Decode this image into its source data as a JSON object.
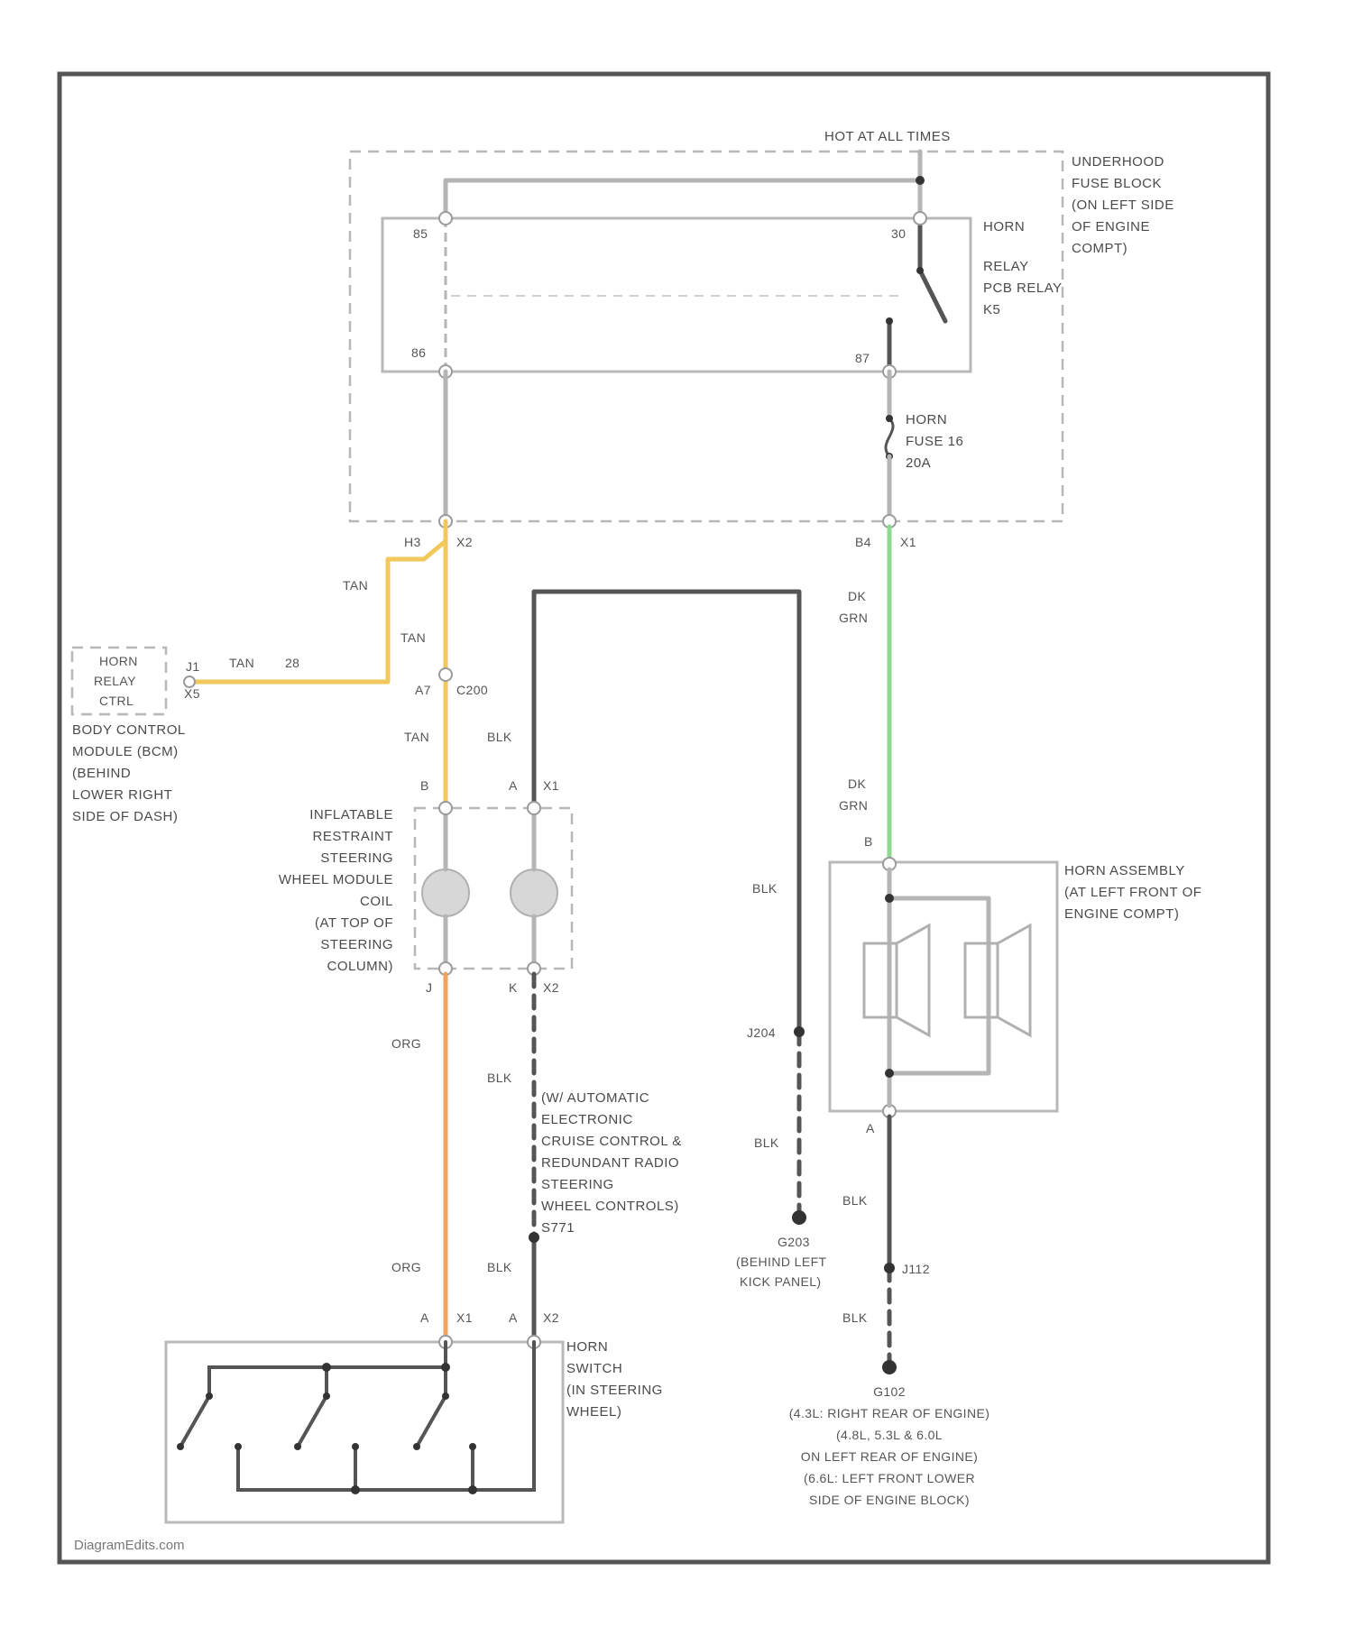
{
  "colors": {
    "frame": "#555555",
    "wire_gray": "#b5b5b5",
    "wire_dark": "#555555",
    "tan": "#f2c75c",
    "orange": "#f0a35a",
    "green": "#8fd88f",
    "component": "#b8b8b8"
  },
  "labels": {
    "hot_at_all_times": "HOT AT ALL TIMES",
    "fuse_block": [
      "UNDERHOOD",
      "FUSE BLOCK",
      "(ON LEFT SIDE",
      "OF ENGINE",
      "COMPT)"
    ],
    "horn_relay": [
      "HORN",
      "RELAY",
      "PCB RELAY",
      "K5"
    ],
    "horn_fuse": [
      "HORN",
      "FUSE 16",
      "20A"
    ],
    "relay_pins": {
      "p1": "85",
      "p2": "30",
      "p3": "86",
      "p4": "87"
    },
    "x2_pin": "H3",
    "x2_conn": "X2",
    "x1_pin": "B4",
    "x1_conn": "X1",
    "tan1": "TAN",
    "tan2": "TAN",
    "tan3": "TAN",
    "tan_circuit": "TAN",
    "tan_circuit_no": "28",
    "c200_pin": "A7",
    "c200": "C200",
    "bcm_box": [
      "HORN",
      "RELAY",
      "CTRL"
    ],
    "bcm_pins": {
      "a": "J1",
      "b": "X5"
    },
    "bcm_desc": [
      "BODY CONTROL",
      "MODULE (BCM)",
      "(BEHIND",
      "LOWER RIGHT",
      "SIDE OF DASH)"
    ],
    "blk_top": "BLK",
    "coil_pins": {
      "b": "B",
      "a": "A",
      "x1": "X1",
      "j": "J",
      "k": "K",
      "x2": "X2"
    },
    "coil_desc": [
      "INFLATABLE",
      "RESTRAINT",
      "STEERING",
      "WHEEL MODULE",
      "COIL",
      "(AT TOP OF",
      "STEERING",
      "COLUMN)"
    ],
    "org1": "ORG",
    "org2": "ORG",
    "blk_mid": "BLK",
    "blk_low": "BLK",
    "cruise_note": [
      "(W/ AUTOMATIC",
      "ELECTRONIC",
      "CRUISE CONTROL &",
      "REDUNDANT RADIO",
      "STEERING",
      "WHEEL CONTROLS)",
      "S771"
    ],
    "blk_right": "BLK",
    "s204": "J204",
    "blk_g": "BLK",
    "g203": [
      "G203",
      "(BEHIND LEFT",
      "KICK PANEL)"
    ],
    "dk_grn1": [
      "DK",
      "GRN"
    ],
    "dk_grn2": [
      "DK",
      "GRN"
    ],
    "horn_b": "B",
    "horn_a": "A",
    "horn_assy": [
      "HORN ASSEMBLY",
      "(AT LEFT FRONT OF",
      "ENGINE COMPT)"
    ],
    "blk_h1": "BLK",
    "s112": "J112",
    "blk_h2": "BLK",
    "g102": [
      "G102",
      "(4.3L: RIGHT REAR OF ENGINE)",
      "(4.8L, 5.3L & 6.0L",
      "ON LEFT REAR OF ENGINE)",
      "(6.6L: LEFT FRONT LOWER",
      "SIDE OF ENGINE BLOCK)"
    ],
    "sw_pins": {
      "a1": "A",
      "x1": "X1",
      "a2": "A",
      "x2": "X2"
    },
    "horn_switch": [
      "HORN",
      "SWITCH",
      "(IN STEERING",
      "WHEEL)"
    ],
    "watermark": "DiagramEdits.com"
  }
}
